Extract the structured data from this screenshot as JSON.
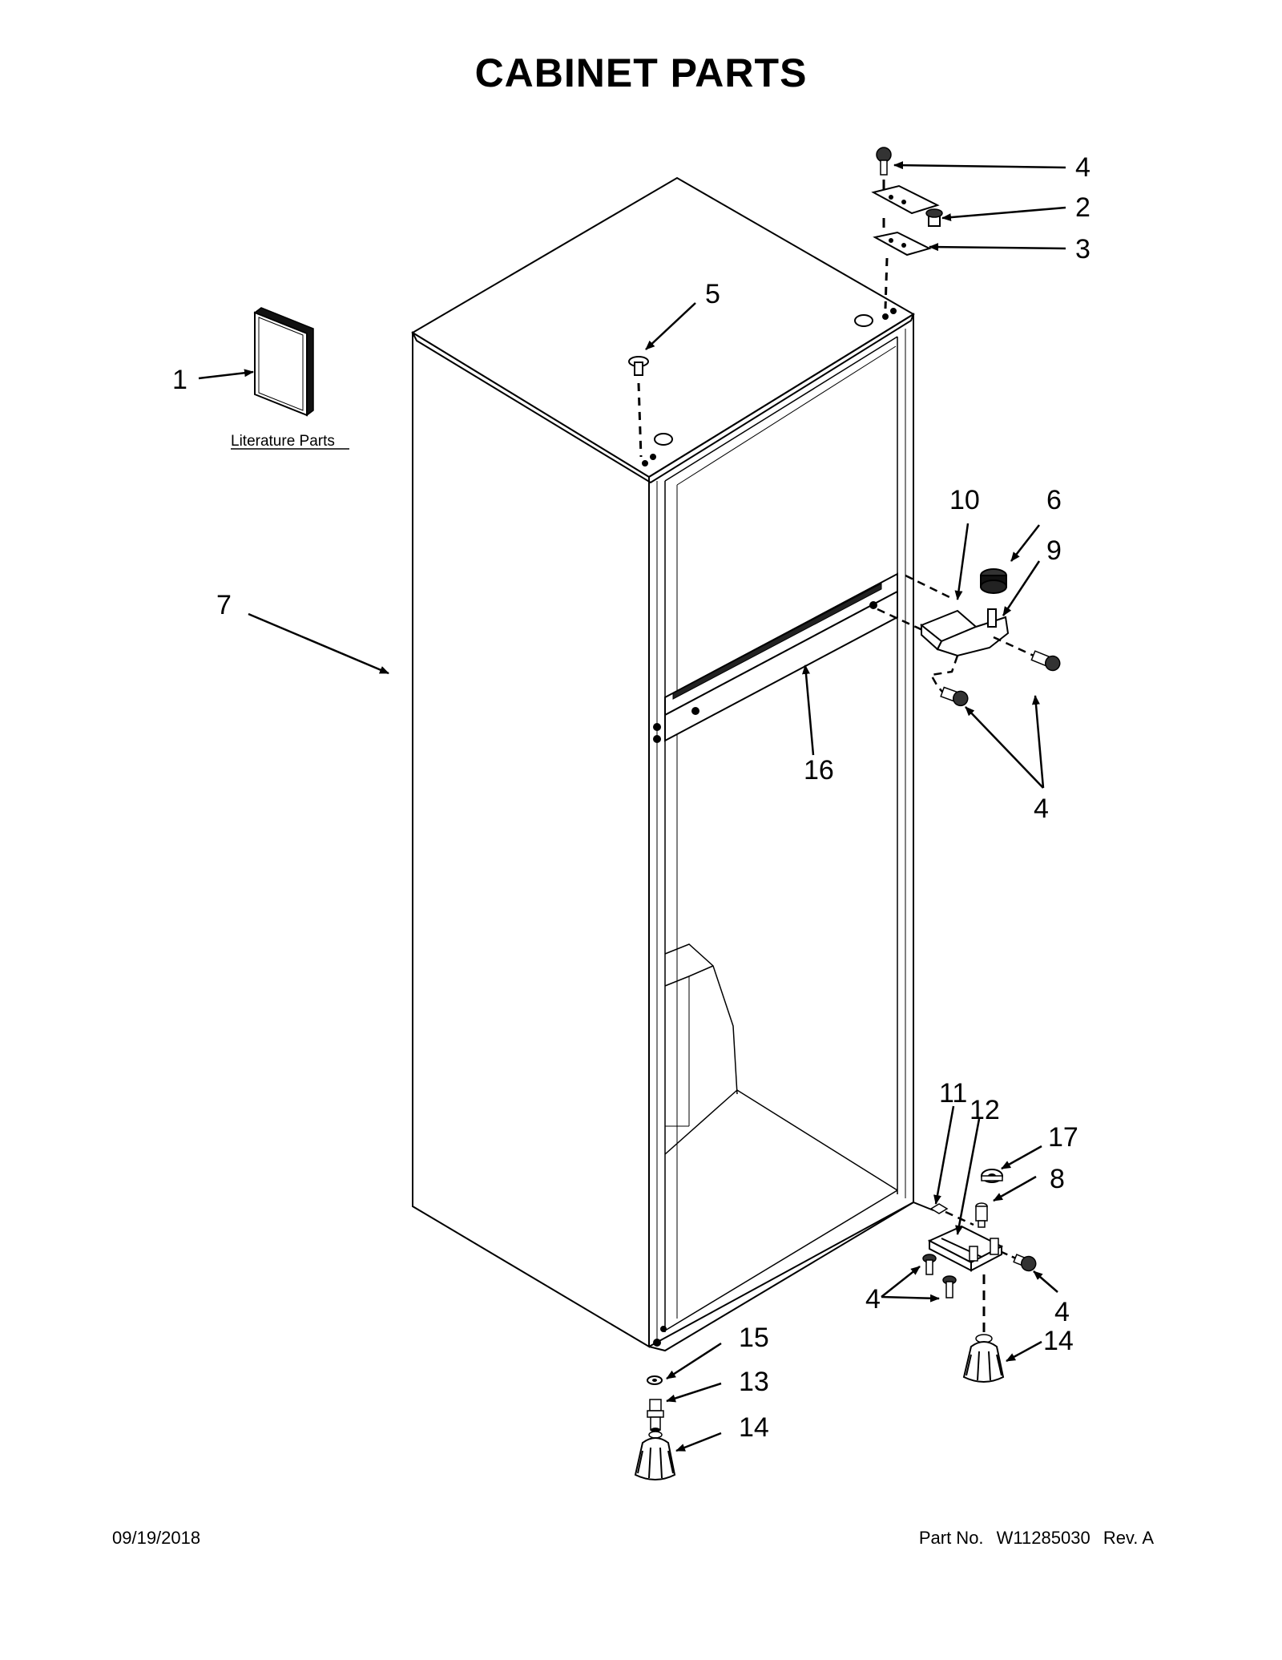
{
  "title": "CABINET PARTS",
  "literature_label": "Literature Parts",
  "callouts": {
    "c1": "1",
    "c2": "2",
    "c3": "3",
    "c4_top": "4",
    "c4_mid": "4",
    "c4_bl": "4",
    "c4_br": "4",
    "c5": "5",
    "c6": "6",
    "c7": "7",
    "c8": "8",
    "c9": "9",
    "c10": "10",
    "c11": "11",
    "c12": "12",
    "c13": "13",
    "c14_left": "14",
    "c14_right": "14",
    "c15": "15",
    "c16": "16",
    "c17": "17"
  },
  "footer": {
    "date": "09/19/2018",
    "part_label": "Part No.",
    "part_number": "W11285030",
    "rev": "Rev. A"
  }
}
